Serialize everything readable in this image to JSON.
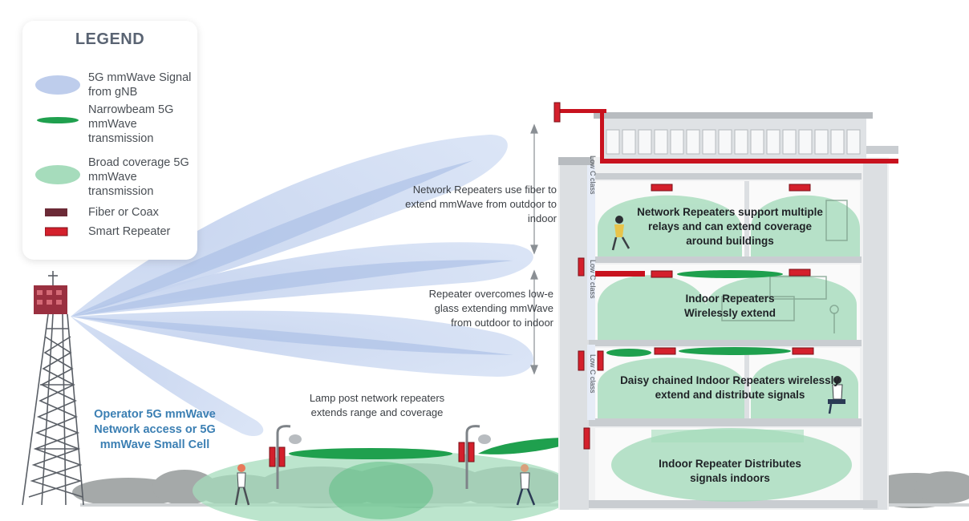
{
  "legend": {
    "title": "LEGEND",
    "items": [
      {
        "label": "5G mmWave Signal from gNB",
        "icon": "blue-signal-ellipse-icon",
        "color": "#b7c8ea"
      },
      {
        "label": "Narrowbeam 5G mmWave transmission",
        "icon": "green-narrowbeam-icon",
        "color": "#1fa04e"
      },
      {
        "label": "Broad coverage 5G mmWave transmission",
        "icon": "green-broad-ellipse-icon",
        "color": "#a6dcbc"
      },
      {
        "label": "Fiber or Coax",
        "icon": "fiber-coax-bar-icon",
        "color": "#6b2a36"
      },
      {
        "label": "Smart Repeater",
        "icon": "smart-repeater-bar-icon",
        "color": "#d4202c"
      }
    ]
  },
  "annotations": {
    "network_repeaters_fiber": "Network Repeaters use fiber to extend mmWave from outdoor to indoor",
    "repeater_low_e": "Repeater overcomes low-e glass extending mmWave from outdoor to indoor",
    "lamp_post": "Lamp post network repeaters extends range and coverage",
    "operator": "Operator 5G mmWave Network access or 5G mmWave Small Cell"
  },
  "floors": {
    "top": "Network Repeaters support multiple relays and can extend coverage around buildings",
    "second": "Indoor Repeaters Wirelessly extend",
    "third": "Daisy chained Indoor Repeaters wirelessly extend and distribute signals",
    "ground": "Indoor Repeater Distributes signals indoors"
  },
  "low_c_class": "Low C class",
  "colors": {
    "signal_blue": "#b7c8ea",
    "narrow_green": "#1fa04e",
    "broad_green": "#a6dcbc",
    "repeater_red": "#d4202c",
    "fiber": "#6b2a36",
    "operator_text": "#3b7fb3"
  }
}
